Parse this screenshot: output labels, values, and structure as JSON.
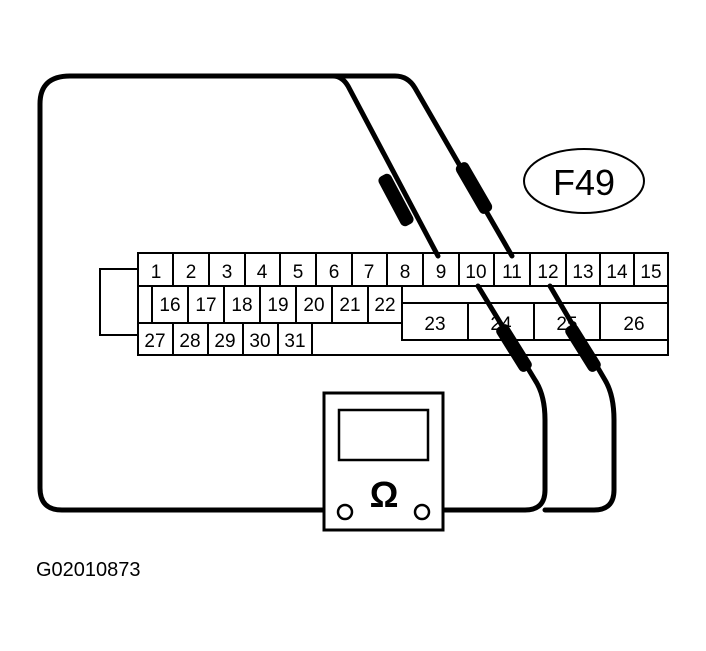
{
  "connector": {
    "label": "F49",
    "row1": [
      "1",
      "2",
      "3",
      "4",
      "5",
      "6",
      "7",
      "8",
      "9",
      "10",
      "11",
      "12",
      "13",
      "14",
      "15"
    ],
    "row2": [
      "16",
      "17",
      "18",
      "19",
      "20",
      "21",
      "22"
    ],
    "row2_blocks": [
      "23",
      "24",
      "25",
      "26"
    ],
    "row3": [
      "27",
      "28",
      "29",
      "30",
      "31"
    ]
  },
  "meter": {
    "symbol": "Ω"
  },
  "figure_id": "G02010873",
  "colors": {
    "line": "#000000",
    "background": "#ffffff"
  }
}
